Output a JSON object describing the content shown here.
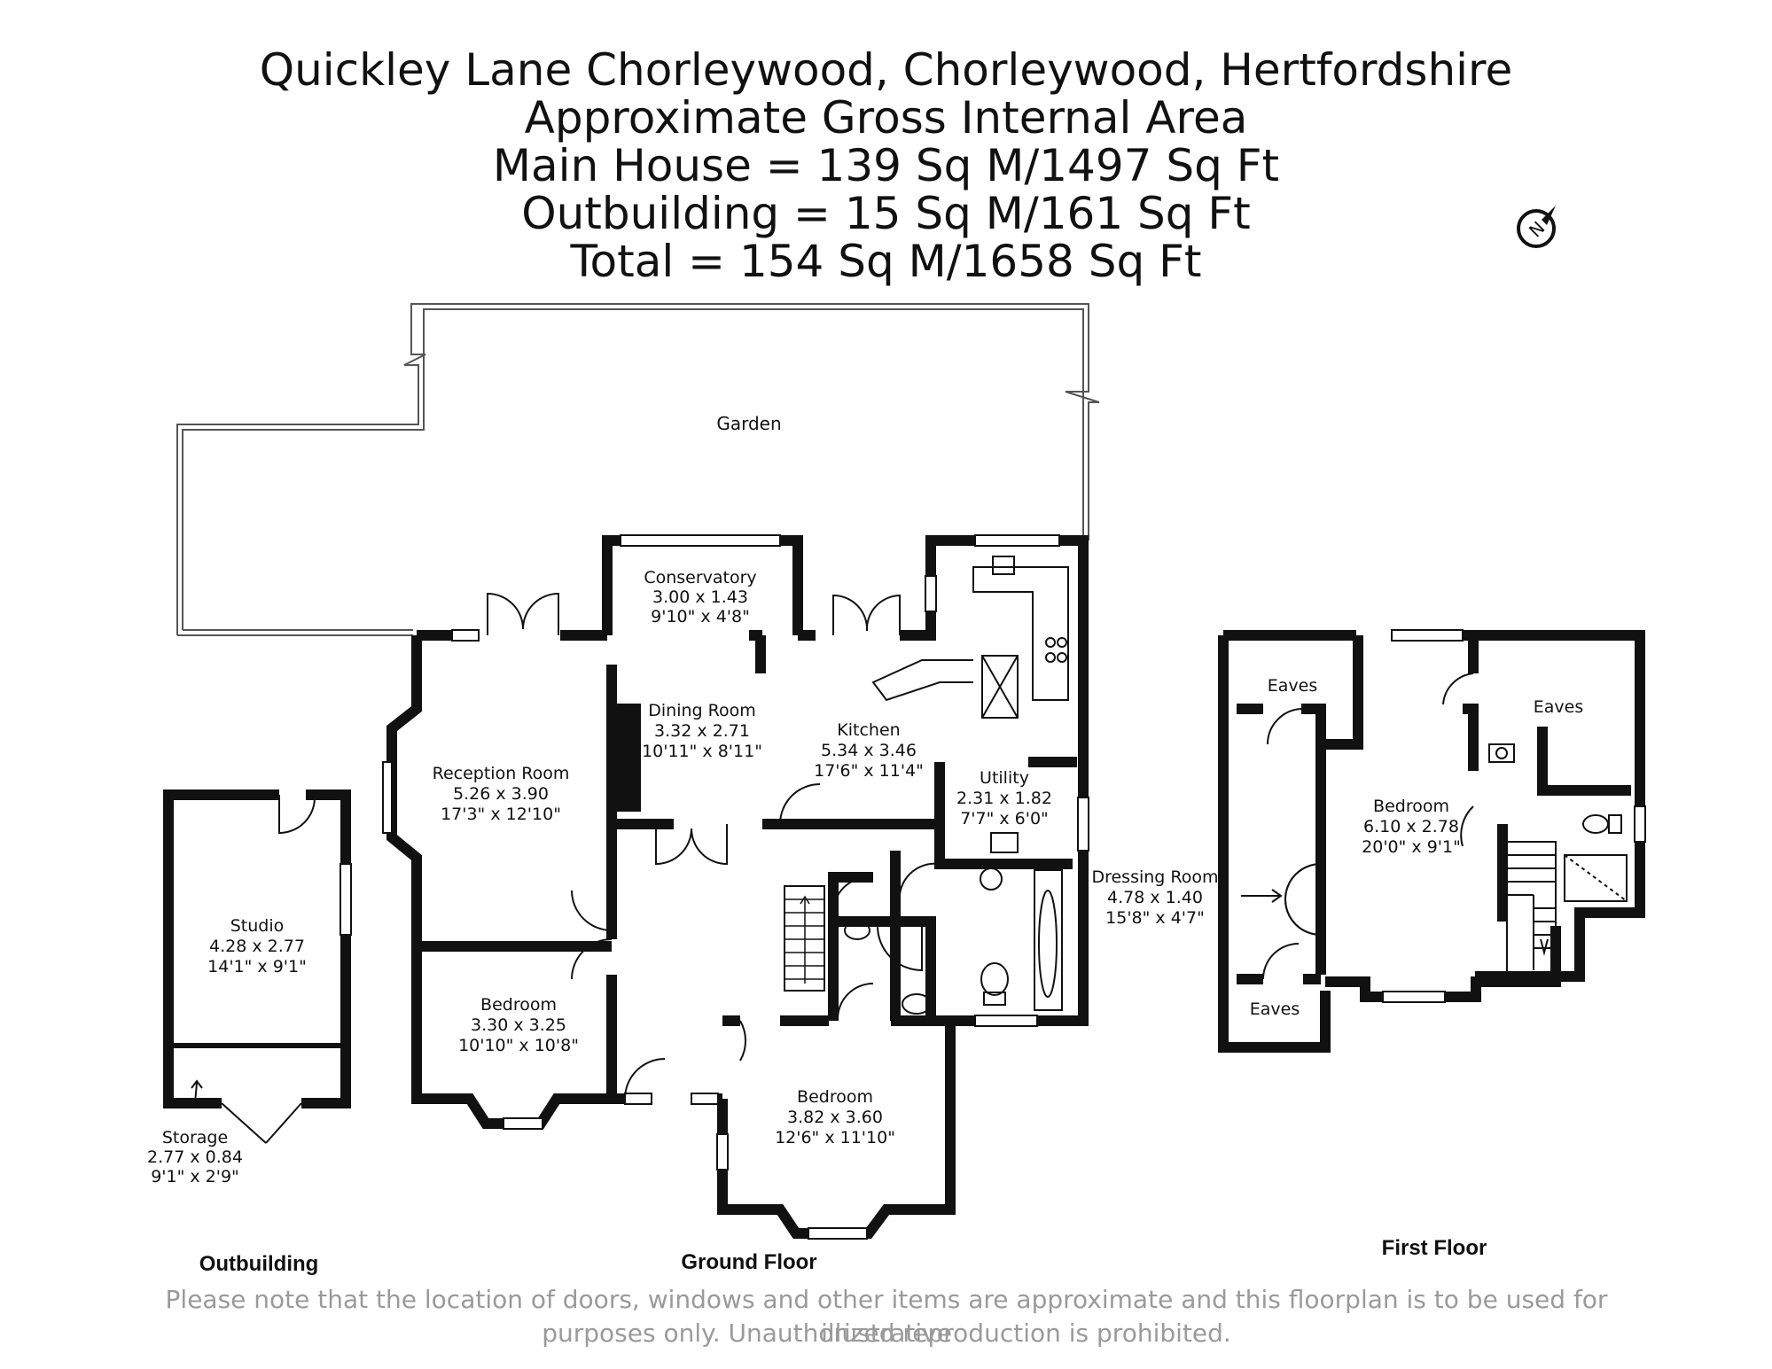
{
  "header": {
    "address": "Quickley Lane Chorleywood, Chorleywood, Hertfordshire",
    "area_title": "Approximate Gross Internal Area",
    "main_house": "Main House = 139 Sq M/1497 Sq Ft",
    "outbuilding": "Outbuilding = 15 Sq M/161 Sq Ft",
    "total": "Total = 154 Sq M/1658 Sq Ft"
  },
  "compass": {
    "letter": "N"
  },
  "floors": {
    "outbuilding": "Outbuilding",
    "ground": "Ground Floor",
    "first": "First Floor"
  },
  "rooms": {
    "garden": {
      "name": "Garden"
    },
    "conservatory": {
      "name": "Conservatory",
      "metric": "3.00 x 1.43",
      "imperial": "9'10\" x 4'8\""
    },
    "dining": {
      "name": "Dining Room",
      "metric": "3.32 x 2.71",
      "imperial": "10'11\" x 8'11\""
    },
    "kitchen": {
      "name": "Kitchen",
      "metric": "5.34 x 3.46",
      "imperial": "17'6\" x 11'4\""
    },
    "utility": {
      "name": "Utility",
      "metric": "2.31 x 1.82",
      "imperial": "7'7\" x 6'0\""
    },
    "reception": {
      "name": "Reception Room",
      "metric": "5.26 x 3.90",
      "imperial": "17'3\" x 12'10\""
    },
    "bedroom_gf1": {
      "name": "Bedroom",
      "metric": "3.30 x 3.25",
      "imperial": "10'10\" x 10'8\""
    },
    "bedroom_gf2": {
      "name": "Bedroom",
      "metric": "3.82 x 3.60",
      "imperial": "12'6\" x 11'10\""
    },
    "studio": {
      "name": "Studio",
      "metric": "4.28 x 2.77",
      "imperial": "14'1\" x 9'1\""
    },
    "storage": {
      "name": "Storage",
      "metric": "2.77 x 0.84",
      "imperial": "9'1\" x 2'9\""
    },
    "dressing": {
      "name": "Dressing Room",
      "metric": "4.78 x 1.40",
      "imperial": "15'8\" x 4'7\""
    },
    "bedroom_ff": {
      "name": "Bedroom",
      "metric": "6.10 x 2.78",
      "imperial": "20'0\" x 9'1\""
    },
    "eaves_1": {
      "name": "Eaves"
    },
    "eaves_2": {
      "name": "Eaves"
    },
    "eaves_3": {
      "name": "Eaves"
    }
  },
  "disclaimer": {
    "line1": "Please note that the location of doors, windows and other items are approximate and this floorplan is to be used for illustrative",
    "line2": "purposes only. Unauthorized reproduction is prohibited."
  }
}
